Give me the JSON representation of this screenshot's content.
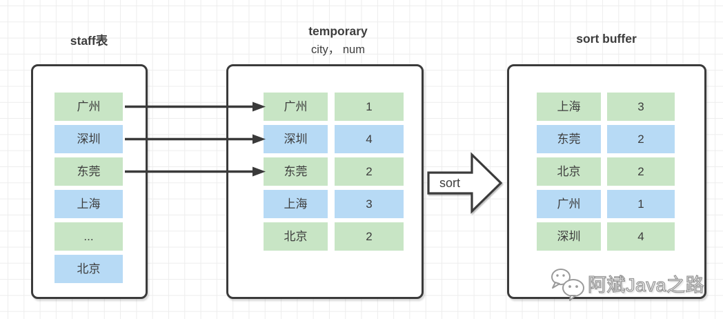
{
  "colors": {
    "green": "#c8e5c5",
    "blue": "#b7daf5",
    "border": "#3a3a3a",
    "arrow": "#3a3a3a",
    "text": "#3d3d3d",
    "grid": "#ededed",
    "wm": "#979797"
  },
  "staff_table": {
    "title": "staff表",
    "rows": [
      {
        "city": "广州"
      },
      {
        "city": "深圳"
      },
      {
        "city": "东莞"
      },
      {
        "city": "上海"
      },
      {
        "city": "..."
      },
      {
        "city": "北京"
      }
    ]
  },
  "temporary_table": {
    "title": "temporary",
    "subtitle": "city， num",
    "rows": [
      {
        "city": "广州",
        "num": "1"
      },
      {
        "city": "深圳",
        "num": "4"
      },
      {
        "city": "东莞",
        "num": "2"
      },
      {
        "city": "上海",
        "num": "3"
      },
      {
        "city": "北京",
        "num": "2"
      }
    ]
  },
  "sort_arrow": {
    "label": "sort"
  },
  "sort_buffer": {
    "title": "sort buffer",
    "rows": [
      {
        "city": "上海",
        "num": "3"
      },
      {
        "city": "东莞",
        "num": "2"
      },
      {
        "city": "北京",
        "num": "2"
      },
      {
        "city": "广州",
        "num": "1"
      },
      {
        "city": "深圳",
        "num": "4"
      }
    ]
  },
  "watermark": {
    "text": "阿斌Java之路",
    "icon": "wechat-logo-icon"
  }
}
